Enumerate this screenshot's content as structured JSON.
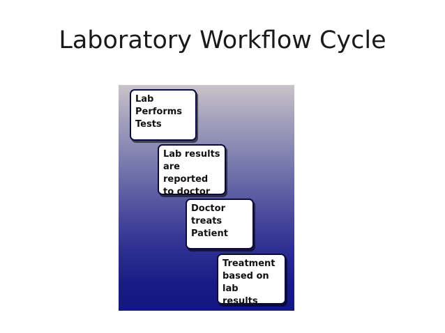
{
  "slide": {
    "title": "Laboratory Workflow Cycle"
  },
  "diagram": {
    "steps": [
      {
        "label": "Lab\nPerforms\nTests"
      },
      {
        "label": "Lab results\nare reported\nto doctor"
      },
      {
        "label": "Doctor\ntreats\nPatient"
      },
      {
        "label": "Treatment\nbased on lab\nresults"
      }
    ],
    "colors": {
      "gradient_top": "#c9c4c8",
      "gradient_bottom": "#121680",
      "box_fill": "#ffffff",
      "box_border": "#0b0b3a",
      "text": "#111111"
    }
  }
}
